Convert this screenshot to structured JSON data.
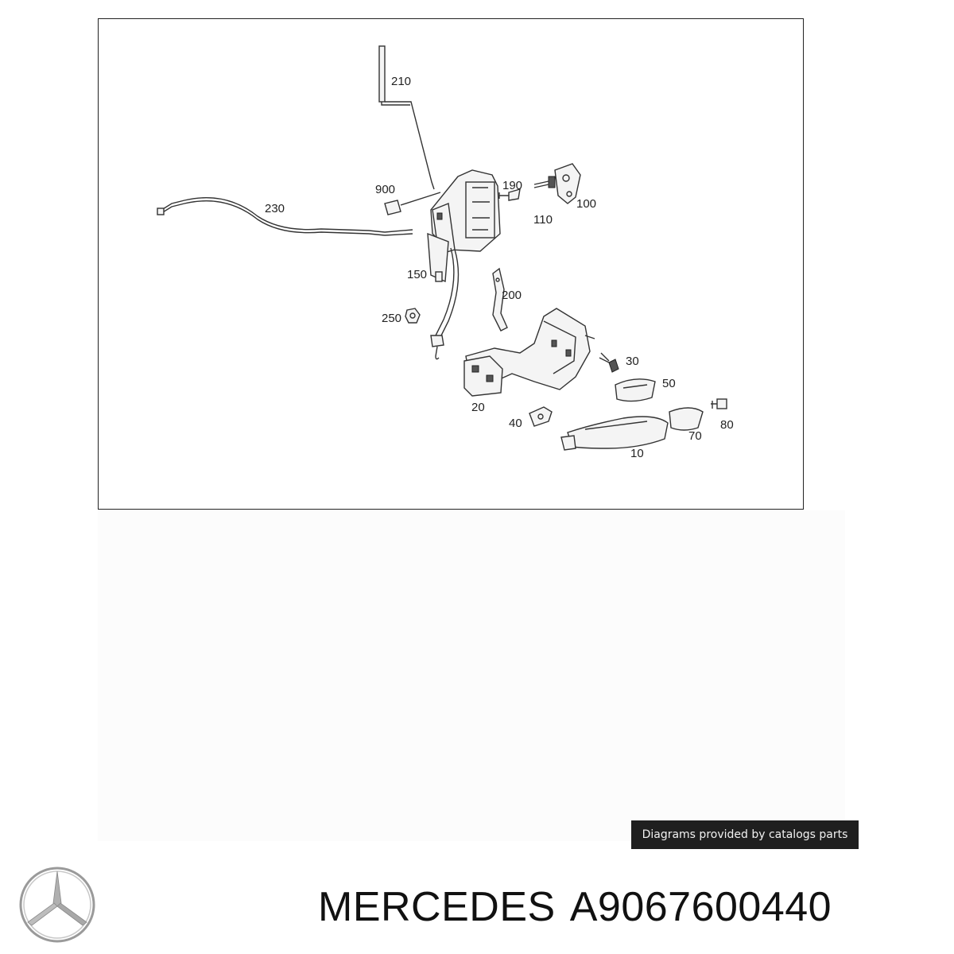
{
  "diagram": {
    "callouts": {
      "c210": "210",
      "c900": "900",
      "c190": "190",
      "c100": "100",
      "c110": "110",
      "c230": "230",
      "c150": "150",
      "c200": "200",
      "c250": "250",
      "c30": "30",
      "c50": "50",
      "c20": "20",
      "c40": "40",
      "c80": "80",
      "c70": "70",
      "c10": "10"
    }
  },
  "credit": {
    "text": "Diagrams provided by catalogs parts"
  },
  "footer": {
    "logo_icon": "mercedes-star-icon",
    "brand": "MERCEDES",
    "part_number": "A9067600440"
  }
}
